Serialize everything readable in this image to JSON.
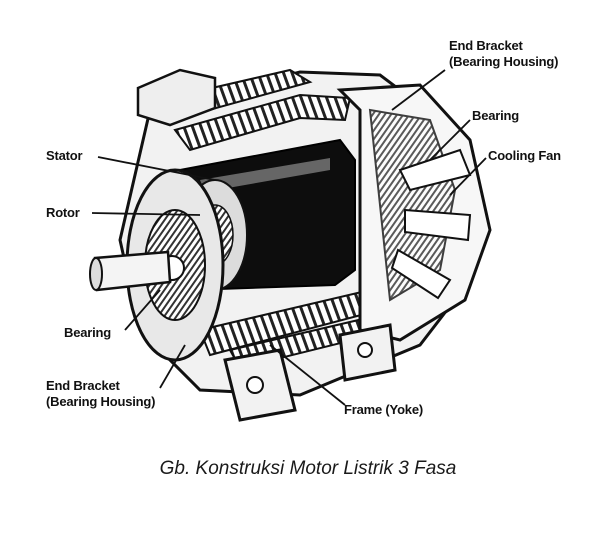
{
  "labels": {
    "end_bracket_top": {
      "line1": "End Bracket",
      "line2": "(Bearing Housing)"
    },
    "bearing_top": "Bearing",
    "cooling_fan": "Cooling Fan",
    "stator": "Stator",
    "rotor": "Rotor",
    "bearing_bottom": "Bearing",
    "end_bracket_bottom": {
      "line1": "End Bracket",
      "line2": "(Bearing Housing)"
    },
    "frame": "Frame (Yoke)"
  },
  "caption": "Gb. Konstruksi Motor Listrik 3 Fasa"
}
